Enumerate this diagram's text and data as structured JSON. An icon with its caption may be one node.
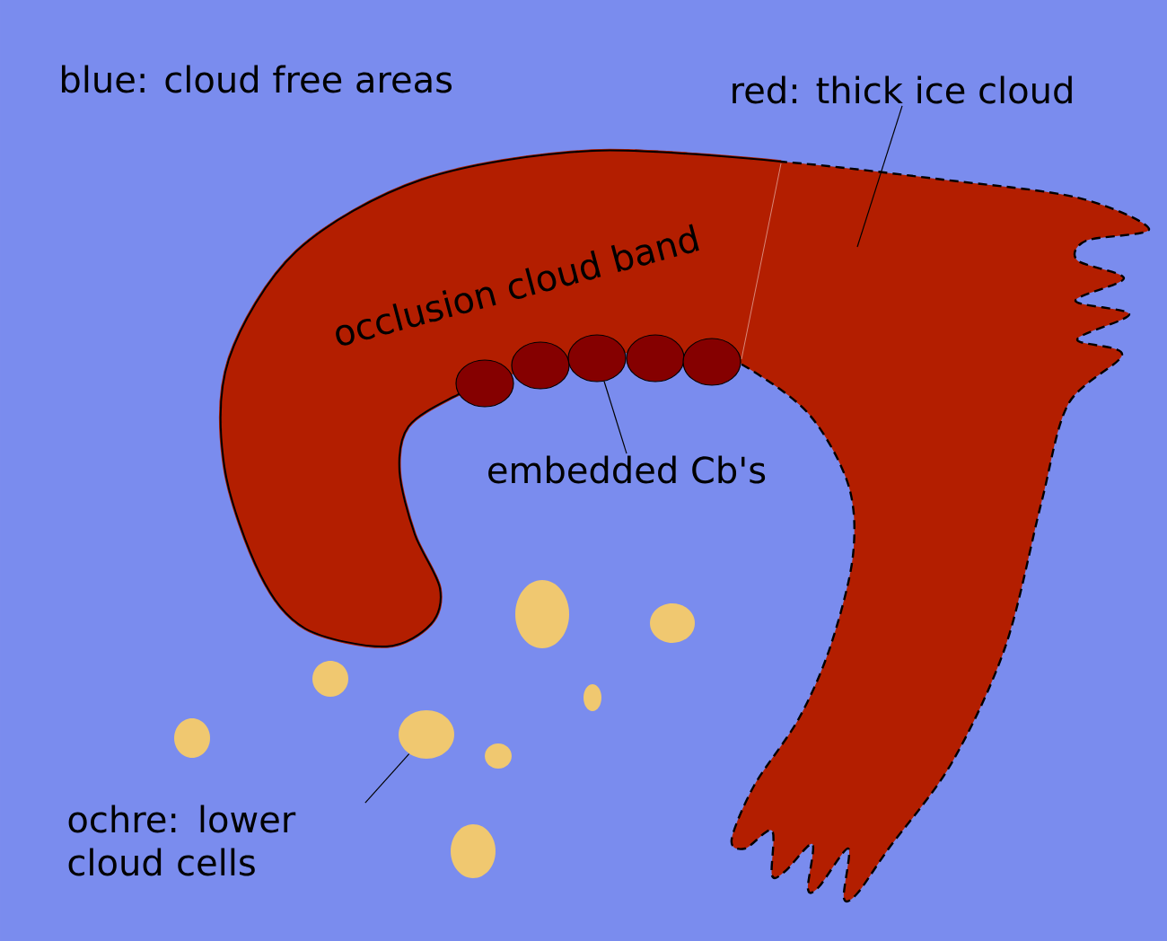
{
  "diagram": {
    "nodes": [
      {
        "text": [
          "red: thick ice cloud"
        ]
      },
      {
        "text": [
          "occlusion cloud band"
        ]
      },
      {
        "text": [
          "embedded Cb's"
        ]
      },
      {
        "text": [],
        "shape": "circle",
        "in": 1
      },
      {
        "text": [],
        "shape": "circle",
        "in": 1
      },
      {
        "text": [],
        "shape": "circle",
        "in": 1
      },
      {
        "text": [],
        "shape": "circle",
        "in": 1
      },
      {
        "text": [],
        "shape": "circle",
        "in": 1
      },
      {
        "text": [
          "ochre: lower cloud cells"
        ]
      },
      {
        "text": [],
        "shape": "circle"
      },
      {
        "text": [],
        "shape": "circle"
      },
      {
        "text": [],
        "shape": "circle"
      },
      {
        "text": [],
        "shape": "circle"
      },
      {
        "text": [],
        "shape": "circle"
      },
      {
        "text": [],
        "shape": "circle"
      },
      {
        "text": [],
        "shape": "circle"
      },
      {
        "text": [],
        "shape": "circle"
      }
    ],
    "edges": [
      {
        "from": 0,
        "to": 1,
        "arrow": "none"
      },
      {
        "from": 2,
        "to": 5,
        "arrow": "none"
      },
      {
        "from": 8,
        "to": 11,
        "arrow": "none"
      }
    ],
    "labels": [
      "blue: cloud free areas"
    ]
  }
}
